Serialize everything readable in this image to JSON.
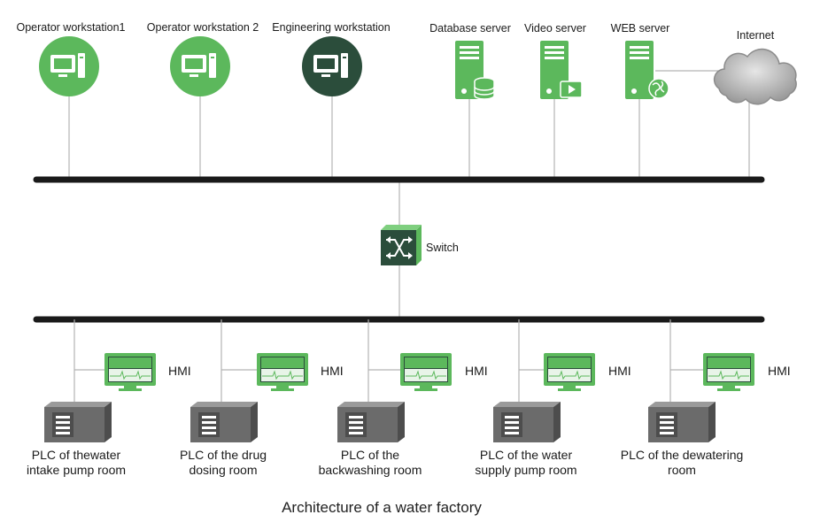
{
  "top_devices": {
    "op1": "Operator workstation1",
    "op2": "Operator workstation 2",
    "eng": "Engineering workstation",
    "db": "Database server",
    "video": "Video server",
    "web": "WEB server",
    "internet": "Internet"
  },
  "switch_label": "Switch",
  "hmi_label": "HMI",
  "plcs": [
    {
      "line1": "PLC of thewater",
      "line2": "intake pump room"
    },
    {
      "line1": "PLC of the drug",
      "line2": "dosing room"
    },
    {
      "line1": "PLC of the",
      "line2": "backwashing room"
    },
    {
      "line1": "PLC of the water",
      "line2": "supply pump room"
    },
    {
      "line1": "PLC of the dewatering",
      "line2": "room"
    }
  ],
  "caption": "Architecture of a water factory",
  "colors": {
    "green": "#5cb85c",
    "dark_green": "#2b4d3b",
    "plc_gray": "#6b6b6b",
    "bus": "#1a1a1a",
    "line": "#b3b3b3"
  }
}
